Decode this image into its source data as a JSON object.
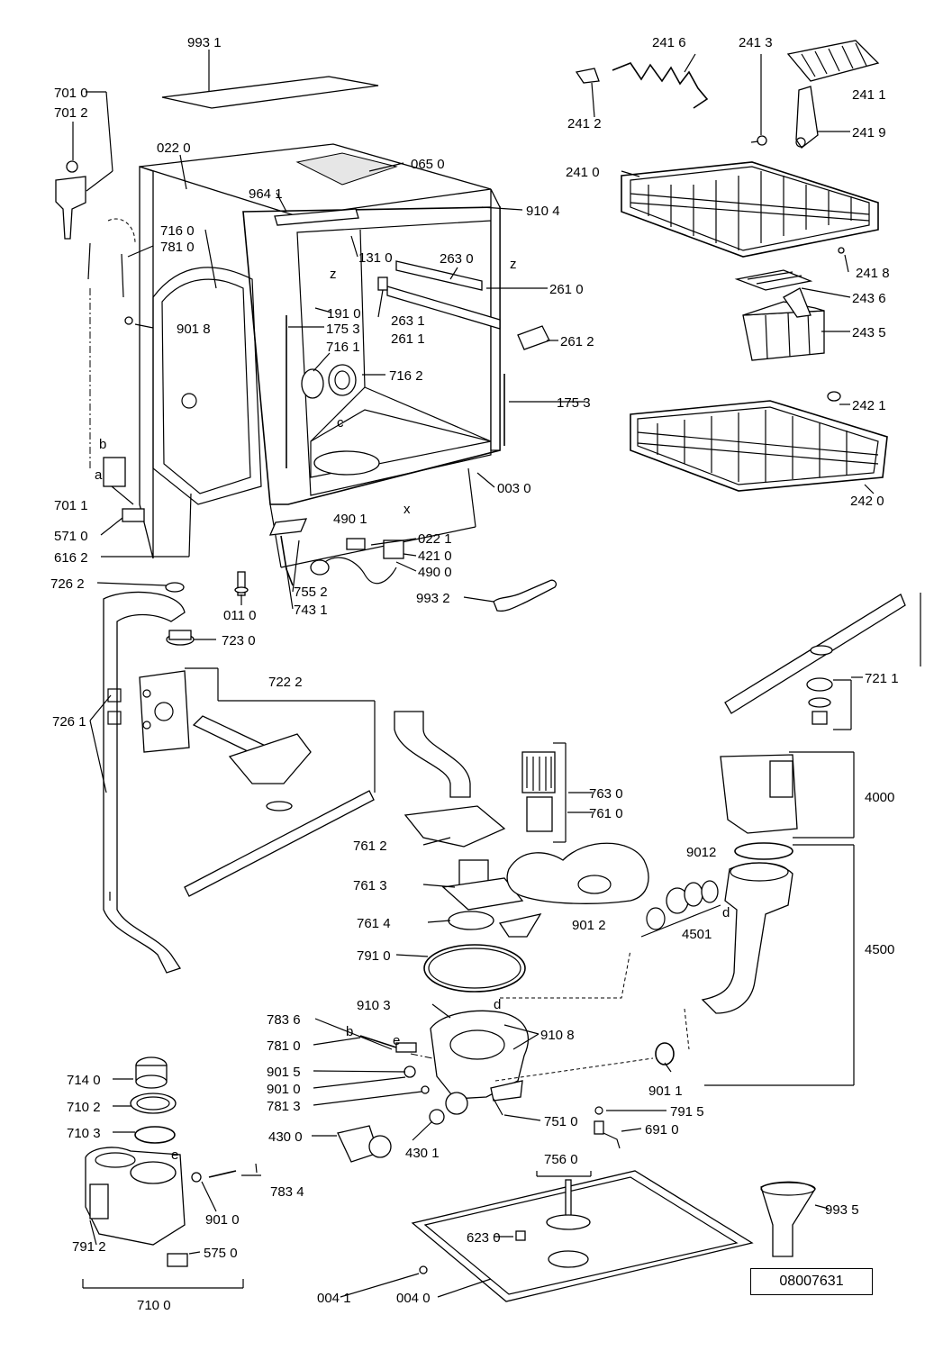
{
  "document_id": "08007631",
  "part_labels": [
    "993 1",
    "701 0",
    "701 2",
    "022 0",
    "065 0",
    "964 1",
    "910 4",
    "716 0",
    "781 0",
    "131 0",
    "263 0",
    "261 0",
    "901 8",
    "191 0",
    "175 3",
    "716 1",
    "716 2",
    "263 1",
    "261 1",
    "261 2",
    "175 3",
    "c",
    "b",
    "a",
    "701 1",
    "003 0",
    "490 1",
    "x",
    "022 1",
    "571 0",
    "616 2",
    "421 0",
    "490 0",
    "993 2",
    "726 2",
    "011 0",
    "755 2",
    "743 1",
    "723 0",
    "722 2",
    "726 1",
    "z",
    "z",
    "241 6",
    "241 3",
    "241 1",
    "241 2",
    "241 9",
    "241 0",
    "241 8",
    "243 6",
    "243 5",
    "242 1",
    "242 0",
    "721 1",
    "4000",
    "763 0",
    "761 0",
    "761 2",
    "9012",
    "761 3",
    "901 2",
    "4501",
    "761 4",
    "4500",
    "791 0",
    "d",
    "d",
    "910 3",
    "783 6",
    "e",
    "781 0",
    "b",
    "910 8",
    "901 5",
    "901 0",
    "781 3",
    "901 1",
    "714 0",
    "710 2",
    "751 0",
    "791 5",
    "710 3",
    "e",
    "691 0",
    "430 0",
    "430 1",
    "756 0",
    "783 4",
    "901 0",
    "993 5",
    "623 0",
    "791 2",
    "575 0",
    "004 1",
    "004 0",
    "710 0"
  ]
}
